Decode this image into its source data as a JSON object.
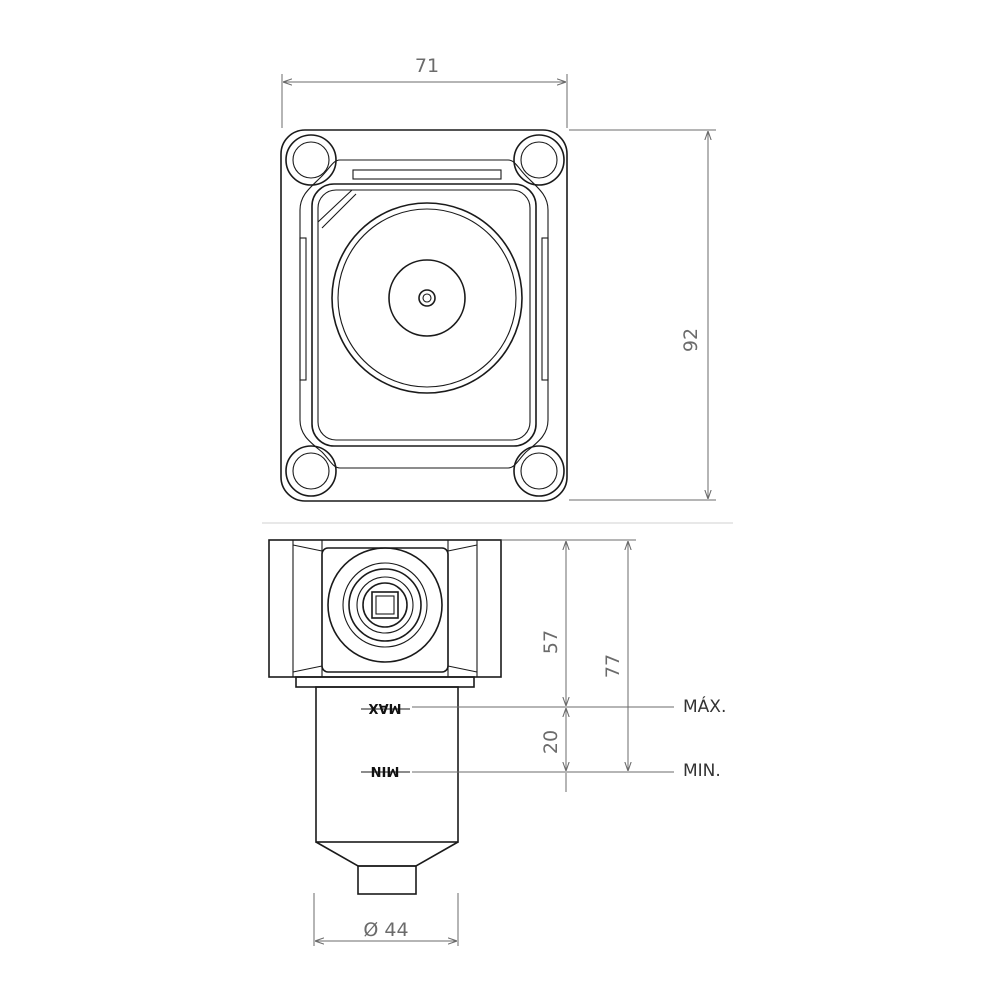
{
  "dimensions": {
    "width": "71",
    "height": "92",
    "body_height": "57",
    "total_height": "77",
    "range": "20",
    "diameter": "Ø 44"
  },
  "marks": {
    "max_on_part": "MAX",
    "min_on_part": "MIN"
  },
  "labels": {
    "max": "MÁX.",
    "min": "MIN."
  }
}
